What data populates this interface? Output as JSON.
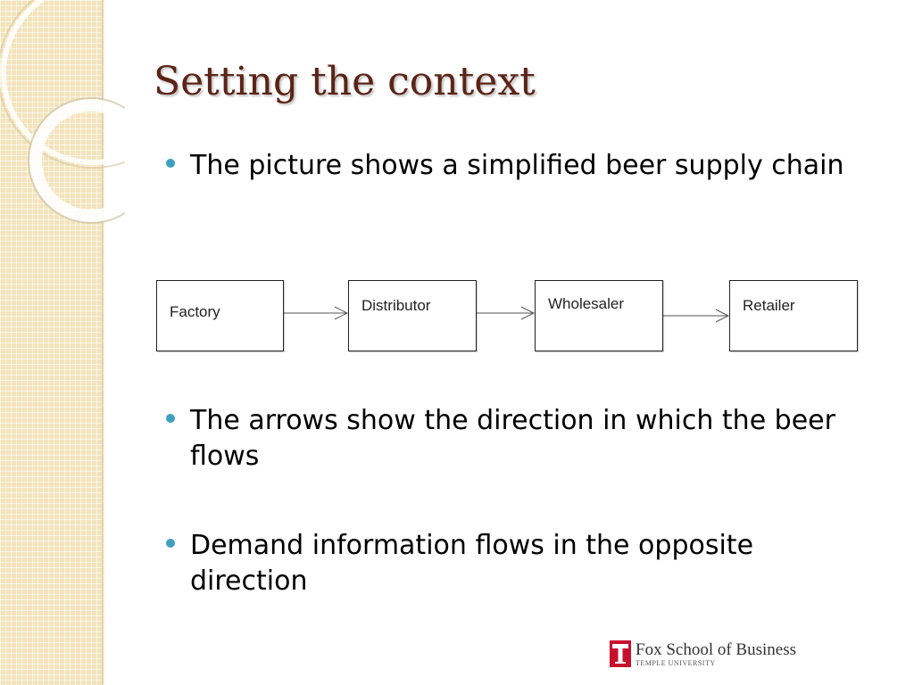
{
  "slide": {
    "title": "Setting the context",
    "bullets": [
      "The picture shows a simplified beer supply chain",
      "The arrows show the direction in which the beer flows",
      "Demand information flows in the opposite direction"
    ]
  },
  "diagram": {
    "nodes": [
      "Factory",
      "Distributor",
      "Wholesaler",
      "Retailer"
    ]
  },
  "logo": {
    "name": "Fox School of Business",
    "sub": "TEMPLE UNIVERSITY"
  },
  "colors": {
    "title": "#5b2417",
    "bullet": "#3ea0bf",
    "side_panel": "#f3e4bd",
    "logo_red": "#c8102e"
  }
}
